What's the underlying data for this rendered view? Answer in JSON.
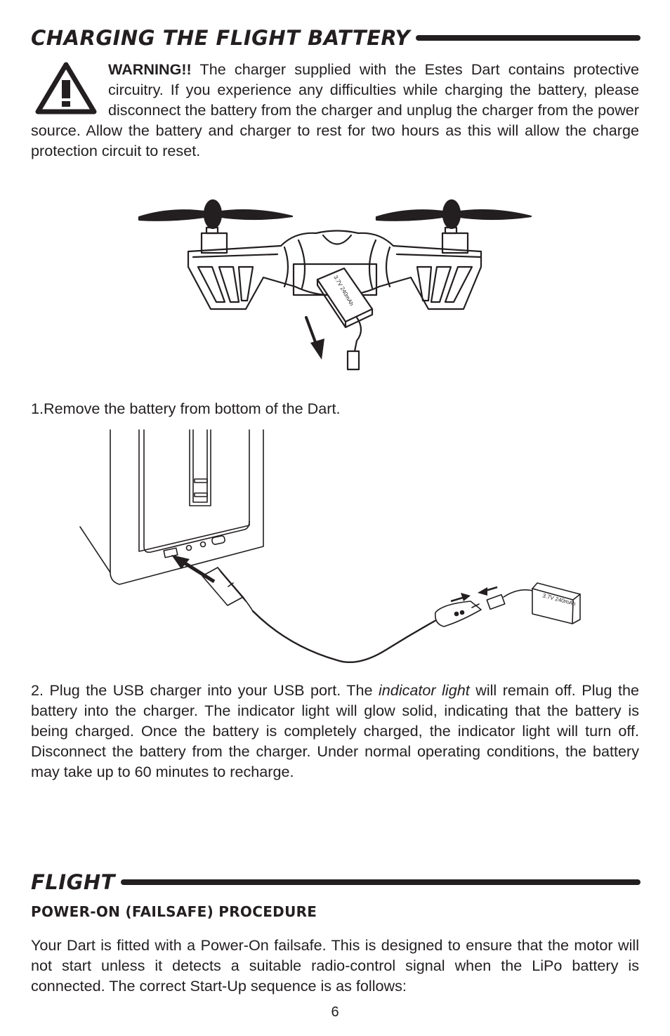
{
  "section_charging": {
    "title": "CHARGING THE FLIGHT BATTERY",
    "warning_label": "WARNING!!",
    "warning_text": " The charger supplied with the Estes Dart contains protective circuitry. If you experience any difficulties while charging the battery, please disconnect the battery from the charger and unplug the charger from the power source. Allow the battery and charger to rest for two hours as this will allow the charge protection circuit to reset.",
    "step1": "1.Remove the battery from bottom of the Dart.",
    "step2_before": "2. Plug the USB charger into your USB port. The ",
    "step2_italic": "indicator light",
    "step2_after": " will remain off. Plug the battery into the charger. The indicator light will glow solid, indicating that the battery is being charged. Once the battery is completely charged, the indicator light will turn off. Disconnect the battery from the charger. Under normal operating conditions, the battery may take up to 60 minutes to recharge."
  },
  "illustrations": {
    "battery_label_drone": "3.7V  240mAh",
    "battery_label_charger": "3.7V  240mAh"
  },
  "section_flight": {
    "title": "FLIGHT",
    "subheading": "POWER-ON (FAILSAFE) PROCEDURE",
    "paragraph": "Your Dart is fitted with a Power-On failsafe. This is designed to ensure that the motor will not start unless it detects a suitable radio-control signal when the LiPo battery is connected. The correct Start-Up sequence is as follows:"
  },
  "page_number": "6"
}
